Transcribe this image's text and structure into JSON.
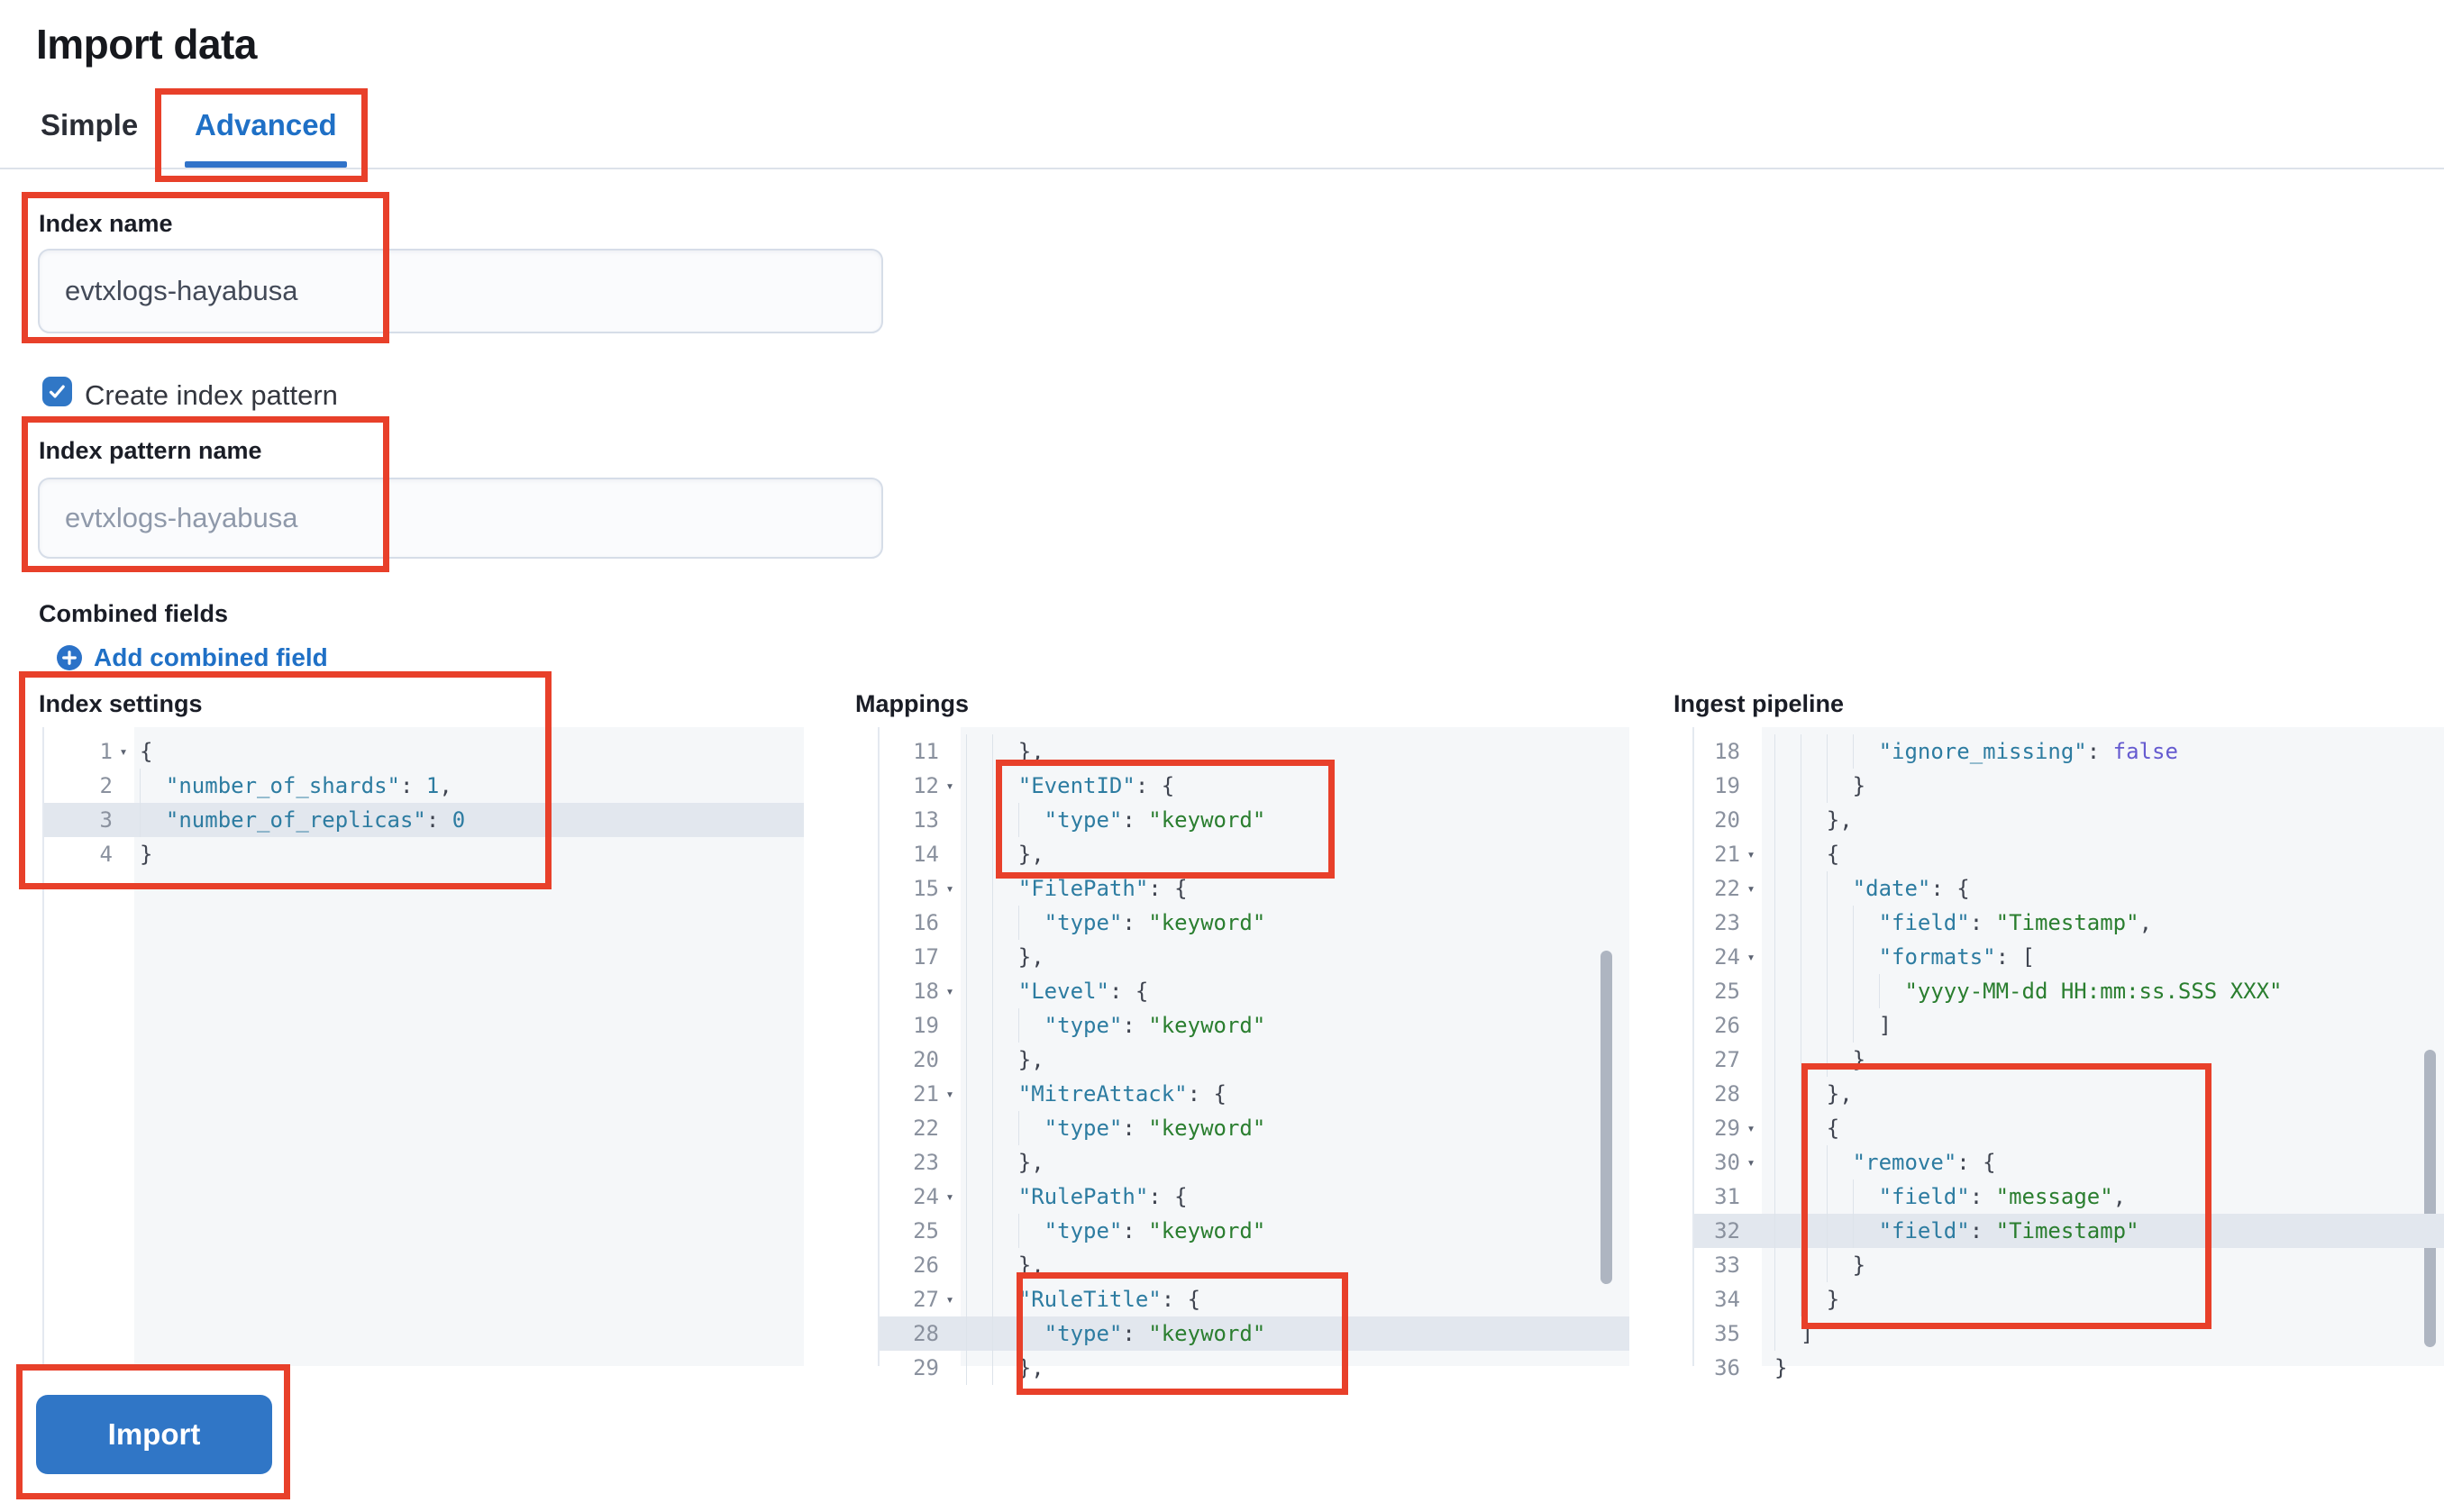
{
  "page": {
    "title": "Import data"
  },
  "tabs": {
    "simple": "Simple",
    "advanced": "Advanced"
  },
  "form": {
    "index_name": {
      "label": "Index name",
      "value": "evtxlogs-hayabusa"
    },
    "create_index_pattern": {
      "label": "Create index pattern",
      "checked": true
    },
    "index_pattern_name": {
      "label": "Index pattern name",
      "placeholder": "evtxlogs-hayabusa"
    },
    "combined_fields": {
      "label": "Combined fields",
      "add_link": "Add combined field"
    },
    "import_button": "Import"
  },
  "icons": {
    "checkbox_check": "check-icon",
    "add_plus": "plus-in-circle-icon",
    "fold_arrow": "chevron-down-icon"
  },
  "colors": {
    "accent_blue": "#1f70c6",
    "button_blue": "#3076c6",
    "annotation_red": "#e8402a",
    "code_key": "#2d7ca1",
    "code_string": "#2a7e2f",
    "code_bool": "#655bd0",
    "active_line": "#e2e7ee"
  },
  "editors": [
    {
      "id": "index-settings",
      "title": "Index settings",
      "lines": [
        {
          "ln": 1,
          "fold": true,
          "indent": 0,
          "segs": [
            [
              "p",
              "{"
            ]
          ]
        },
        {
          "ln": 2,
          "indent": 1,
          "segs": [
            [
              "k",
              "\"number_of_shards\""
            ],
            [
              "p",
              ": "
            ],
            [
              "num",
              "1"
            ],
            [
              "p",
              ","
            ]
          ]
        },
        {
          "ln": 3,
          "indent": 1,
          "hl": true,
          "segs": [
            [
              "k",
              "\"number_of_replicas\""
            ],
            [
              "p",
              ": "
            ],
            [
              "num",
              "0"
            ]
          ]
        },
        {
          "ln": 4,
          "indent": 0,
          "segs": [
            [
              "p",
              "}"
            ]
          ]
        }
      ]
    },
    {
      "id": "mappings",
      "title": "Mappings",
      "lines": [
        {
          "ln": 11,
          "indent": 2,
          "segs": [
            [
              "p",
              "},"
            ]
          ]
        },
        {
          "ln": 12,
          "fold": true,
          "indent": 2,
          "segs": [
            [
              "k",
              "\"EventID\""
            ],
            [
              "p",
              ": {"
            ]
          ]
        },
        {
          "ln": 13,
          "indent": 3,
          "segs": [
            [
              "k",
              "\"type\""
            ],
            [
              "p",
              ": "
            ],
            [
              "s",
              "\"keyword\""
            ]
          ]
        },
        {
          "ln": 14,
          "indent": 2,
          "segs": [
            [
              "p",
              "},"
            ]
          ]
        },
        {
          "ln": 15,
          "fold": true,
          "indent": 2,
          "segs": [
            [
              "k",
              "\"FilePath\""
            ],
            [
              "p",
              ": {"
            ]
          ]
        },
        {
          "ln": 16,
          "indent": 3,
          "segs": [
            [
              "k",
              "\"type\""
            ],
            [
              "p",
              ": "
            ],
            [
              "s",
              "\"keyword\""
            ]
          ]
        },
        {
          "ln": 17,
          "indent": 2,
          "segs": [
            [
              "p",
              "},"
            ]
          ]
        },
        {
          "ln": 18,
          "fold": true,
          "indent": 2,
          "segs": [
            [
              "k",
              "\"Level\""
            ],
            [
              "p",
              ": {"
            ]
          ]
        },
        {
          "ln": 19,
          "indent": 3,
          "segs": [
            [
              "k",
              "\"type\""
            ],
            [
              "p",
              ": "
            ],
            [
              "s",
              "\"keyword\""
            ]
          ]
        },
        {
          "ln": 20,
          "indent": 2,
          "segs": [
            [
              "p",
              "},"
            ]
          ]
        },
        {
          "ln": 21,
          "fold": true,
          "indent": 2,
          "segs": [
            [
              "k",
              "\"MitreAttack\""
            ],
            [
              "p",
              ": {"
            ]
          ]
        },
        {
          "ln": 22,
          "indent": 3,
          "segs": [
            [
              "k",
              "\"type\""
            ],
            [
              "p",
              ": "
            ],
            [
              "s",
              "\"keyword\""
            ]
          ]
        },
        {
          "ln": 23,
          "indent": 2,
          "segs": [
            [
              "p",
              "},"
            ]
          ]
        },
        {
          "ln": 24,
          "fold": true,
          "indent": 2,
          "segs": [
            [
              "k",
              "\"RulePath\""
            ],
            [
              "p",
              ": {"
            ]
          ]
        },
        {
          "ln": 25,
          "indent": 3,
          "segs": [
            [
              "k",
              "\"type\""
            ],
            [
              "p",
              ": "
            ],
            [
              "s",
              "\"keyword\""
            ]
          ]
        },
        {
          "ln": 26,
          "indent": 2,
          "segs": [
            [
              "p",
              "},"
            ]
          ]
        },
        {
          "ln": 27,
          "fold": true,
          "indent": 2,
          "segs": [
            [
              "k",
              "\"RuleTitle\""
            ],
            [
              "p",
              ": {"
            ]
          ]
        },
        {
          "ln": 28,
          "indent": 3,
          "hl": true,
          "segs": [
            [
              "k",
              "\"type\""
            ],
            [
              "p",
              ": "
            ],
            [
              "s",
              "\"keyword\""
            ]
          ]
        },
        {
          "ln": 29,
          "indent": 2,
          "segs": [
            [
              "p",
              "},"
            ]
          ]
        }
      ]
    },
    {
      "id": "ingest-pipeline",
      "title": "Ingest pipeline",
      "lines": [
        {
          "ln": 18,
          "indent": 4,
          "segs": [
            [
              "k",
              "\"ignore_missing\""
            ],
            [
              "p",
              ": "
            ],
            [
              "b",
              "false"
            ]
          ]
        },
        {
          "ln": 19,
          "indent": 3,
          "segs": [
            [
              "p",
              "}"
            ]
          ]
        },
        {
          "ln": 20,
          "indent": 2,
          "segs": [
            [
              "p",
              "},"
            ]
          ]
        },
        {
          "ln": 21,
          "fold": true,
          "indent": 2,
          "segs": [
            [
              "p",
              "{"
            ]
          ]
        },
        {
          "ln": 22,
          "fold": true,
          "indent": 3,
          "segs": [
            [
              "k",
              "\"date\""
            ],
            [
              "p",
              ": {"
            ]
          ]
        },
        {
          "ln": 23,
          "indent": 4,
          "segs": [
            [
              "k",
              "\"field\""
            ],
            [
              "p",
              ": "
            ],
            [
              "s",
              "\"Timestamp\""
            ],
            [
              "p",
              ","
            ]
          ]
        },
        {
          "ln": 24,
          "fold": true,
          "indent": 4,
          "segs": [
            [
              "k",
              "\"formats\""
            ],
            [
              "p",
              ": ["
            ]
          ]
        },
        {
          "ln": 25,
          "indent": 5,
          "segs": [
            [
              "s",
              "\"yyyy-MM-dd HH:mm:ss.SSS XXX\""
            ]
          ]
        },
        {
          "ln": 26,
          "indent": 4,
          "segs": [
            [
              "p",
              "]"
            ]
          ]
        },
        {
          "ln": 27,
          "indent": 3,
          "segs": [
            [
              "p",
              "}"
            ]
          ]
        },
        {
          "ln": 28,
          "indent": 2,
          "segs": [
            [
              "p",
              "},"
            ]
          ]
        },
        {
          "ln": 29,
          "fold": true,
          "indent": 2,
          "segs": [
            [
              "p",
              "{"
            ]
          ]
        },
        {
          "ln": 30,
          "fold": true,
          "indent": 3,
          "segs": [
            [
              "k",
              "\"remove\""
            ],
            [
              "p",
              ": {"
            ]
          ]
        },
        {
          "ln": 31,
          "indent": 4,
          "segs": [
            [
              "k",
              "\"field\""
            ],
            [
              "p",
              ": "
            ],
            [
              "s",
              "\"message\""
            ],
            [
              "p",
              ","
            ]
          ]
        },
        {
          "ln": 32,
          "indent": 4,
          "hl": true,
          "segs": [
            [
              "k",
              "\"field\""
            ],
            [
              "p",
              ": "
            ],
            [
              "s",
              "\"Timestamp\""
            ]
          ]
        },
        {
          "ln": 33,
          "indent": 3,
          "segs": [
            [
              "p",
              "}"
            ]
          ]
        },
        {
          "ln": 34,
          "indent": 2,
          "segs": [
            [
              "p",
              "}"
            ]
          ]
        },
        {
          "ln": 35,
          "indent": 1,
          "segs": [
            [
              "p",
              "]"
            ]
          ]
        },
        {
          "ln": 36,
          "indent": 0,
          "segs": [
            [
              "p",
              "}"
            ]
          ]
        }
      ]
    }
  ]
}
